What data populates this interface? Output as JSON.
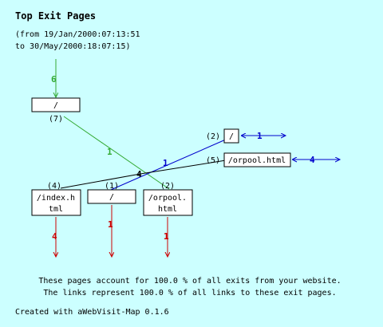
{
  "header": {
    "title": "Top Exit Pages",
    "subtitle_line1": "(from 19/Jan/2000:07:13:51",
    "subtitle_line2": "to 30/May/2000:18:07:15)"
  },
  "colors": {
    "background": "#ccffff",
    "green": "#33aa33",
    "blue": "#0000cc",
    "red": "#cc0000",
    "black": "#000000"
  },
  "entry": {
    "label": "/",
    "count": "(7)",
    "incoming": "6"
  },
  "hub": {
    "count": "4"
  },
  "links": {
    "entry_to_orpool": "1",
    "slash_to_index": "1"
  },
  "exit_pages": [
    {
      "label_line1": "/index.h",
      "label_line2": "tml",
      "count": "(4)",
      "exits": "4"
    },
    {
      "label_line1": "/",
      "label_line2": "",
      "count": "(1)",
      "exits": "1"
    },
    {
      "label_line1": "/orpool.",
      "label_line2": "html",
      "count": "(2)",
      "exits": "1"
    }
  ],
  "side_pages": [
    {
      "label": "/",
      "count": "(2)",
      "exits": "1"
    },
    {
      "label": "/orpool.html",
      "count": "(5)",
      "exits": "4"
    }
  ],
  "footer": {
    "line1": "These pages account for 100.0 % of all exits from your website.",
    "line2": "The links represent 100.0 % of all links to these exit pages.",
    "credit": "Created with aWebVisit-Map 0.1.6"
  }
}
